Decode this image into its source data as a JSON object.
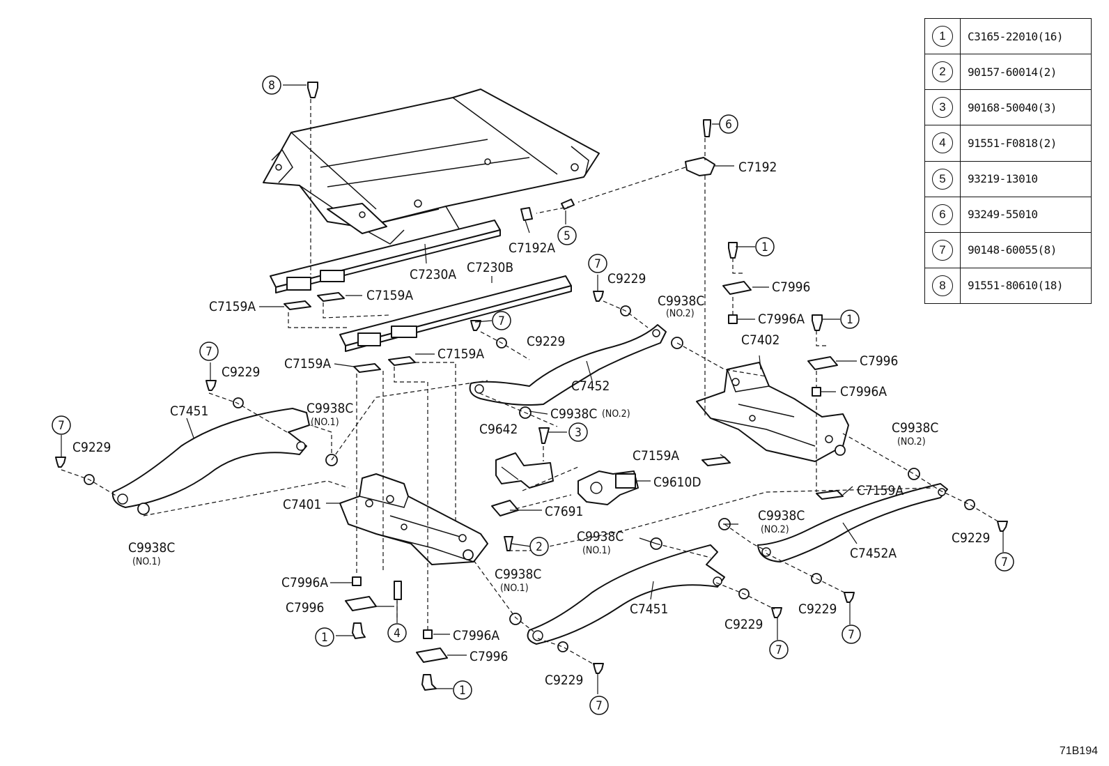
{
  "legend": [
    {
      "num": "1",
      "part": "C3165-22010(16)"
    },
    {
      "num": "2",
      "part": "90157-60014(2)"
    },
    {
      "num": "3",
      "part": "90168-50040(3)"
    },
    {
      "num": "4",
      "part": "91551-F0818(2)"
    },
    {
      "num": "5",
      "part": "93219-13010"
    },
    {
      "num": "6",
      "part": "93249-55010"
    },
    {
      "num": "7",
      "part": "90148-60055(8)"
    },
    {
      "num": "8",
      "part": "91551-80610(18)"
    }
  ],
  "figure_code": "71B194",
  "labels": {
    "c7192": "C7192",
    "c7192a": "C7192A",
    "c7230a": "C7230A",
    "c7230b": "C7230B",
    "c7159a": "C7159A",
    "c9229": "C9229",
    "c9938c": "C9938C",
    "no1": "(NO.1)",
    "no2": "(NO.2)",
    "c7452": "C7452",
    "c7452a": "C7452A",
    "c7451": "C7451",
    "c7402": "C7402",
    "c7401": "C7401",
    "c7996": "C7996",
    "c7996a": "C7996A",
    "c9642": "C9642",
    "c9610d": "C9610D",
    "c7691": "C7691"
  },
  "nums": {
    "n1": "1",
    "n2": "2",
    "n3": "3",
    "n4": "4",
    "n5": "5",
    "n6": "6",
    "n7": "7",
    "n8": "8"
  }
}
